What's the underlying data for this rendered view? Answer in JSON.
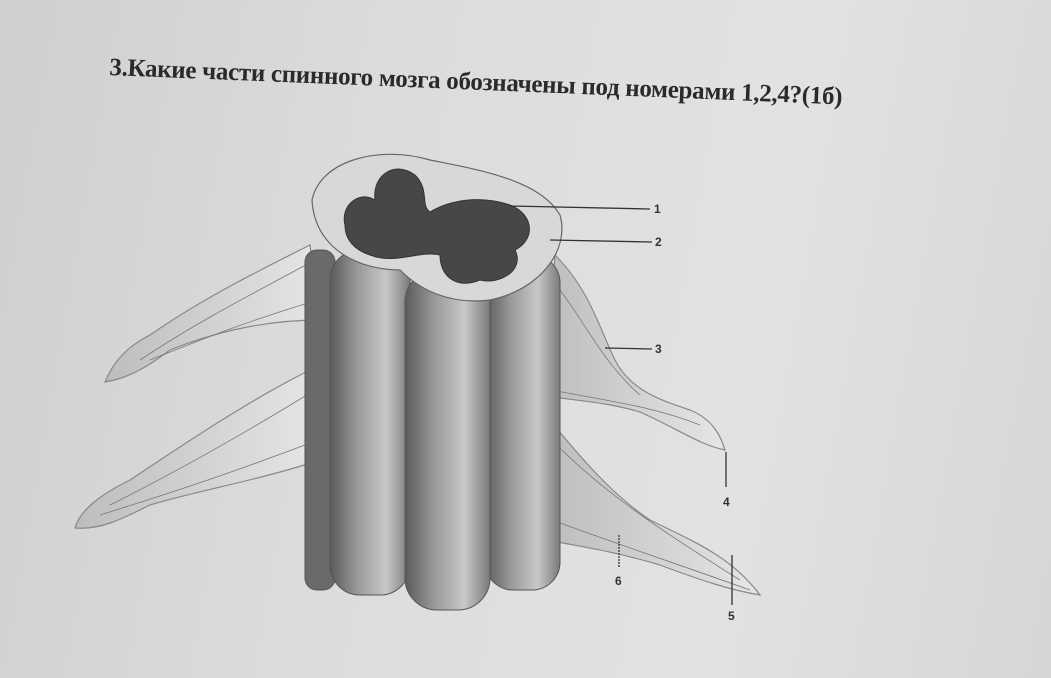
{
  "question": {
    "text": "3.Какие части спинного мозга обозначены под номерами 1,2,4?(1б)"
  },
  "diagram": {
    "subject": "spinal-cord-segment",
    "labels": [
      "1",
      "2",
      "3",
      "4",
      "5",
      "6"
    ]
  }
}
